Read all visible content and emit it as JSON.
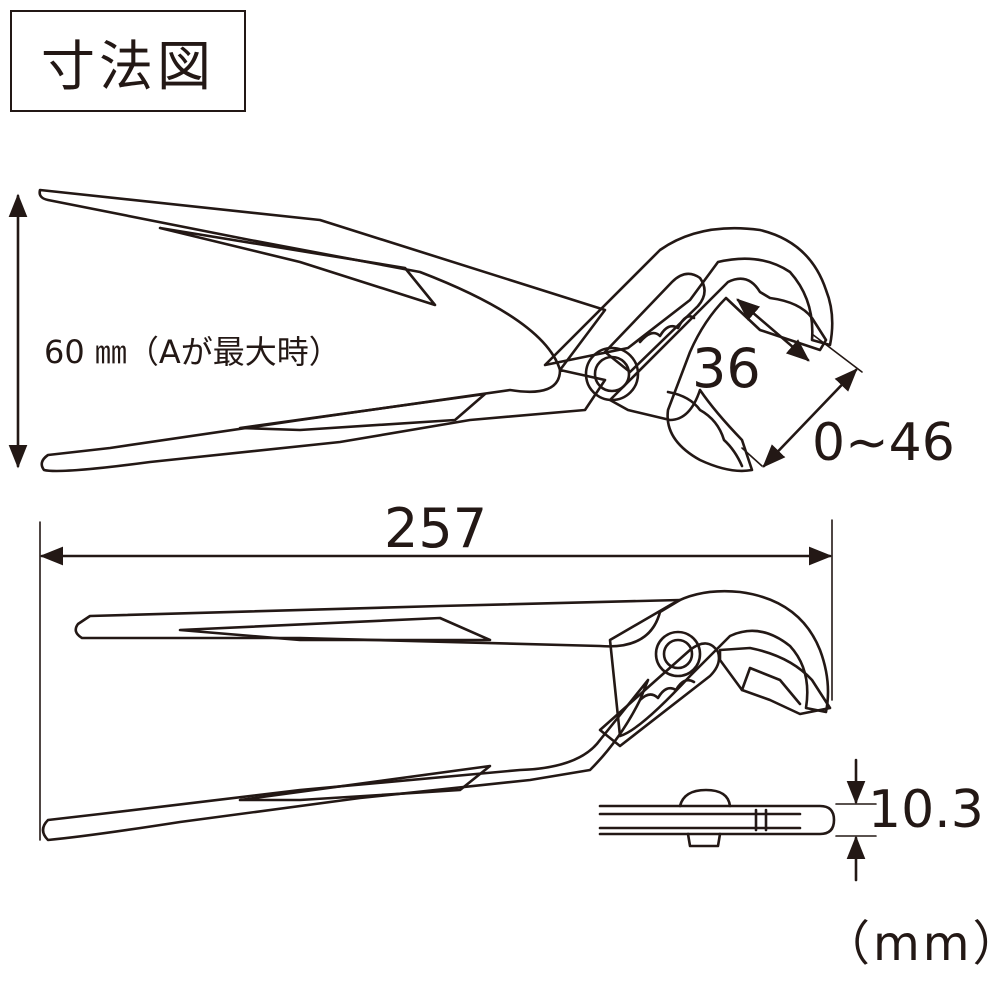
{
  "title": "寸法図",
  "dimensions": {
    "max_opening": "60 ㎜（Aが最大時）",
    "jaw_width": "36",
    "adjust_range": "0~46",
    "overall_length": "257",
    "thickness": "10.3"
  },
  "unit": "（mm）",
  "colors": {
    "line": "#231815",
    "background": "#ffffff"
  }
}
